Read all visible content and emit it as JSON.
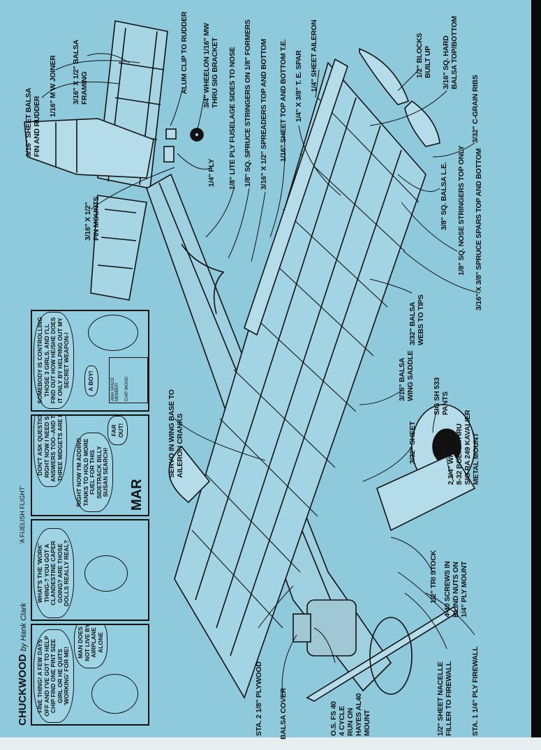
{
  "comic": {
    "title": "CHUCKWOOD",
    "byline": "by Hank Clark",
    "subtitle": "'A FUELISH FLIGHT'",
    "panels": [
      {
        "bubbles": [
          "FINE THING! A FEW DAYS OFF AND I'VE GOT TO HELP CHIP FIND ONE PINT SIZE GIRL OR HE QUITS 'WORKING' FOR ME!",
          "MAN DOES NOT LIVE BY AIRPLANE ALONE"
        ]
      },
      {
        "bubbles": [
          "WHAT'S THE 'WORK' THING-? YOU GOT A CLANDESTINE CAPER GOING? ARE THOSE DOLLS REALLY REAL?"
        ]
      },
      {
        "bubbles": [
          "DON'T ASK QUESTIONS! RIGHT NOW I NEED SOME ANSWERS TOO--AND THOSE THREE MIDGETS ARE REAL!",
          "RIGHT NOW I'M ADDING TANKS TO HOLD MORE FUEL FOR THIS SIDETRACK BILLY SUSAN SEARCH!",
          "FAR OUT!"
        ],
        "sign": "MAR"
      },
      {
        "bubbles": [
          "SOMEBODY IS CONTROLLING THOSE 3 GIRLS, AND I'LL FIND OUT HOW HE/SHE DOES IT ONLY BY HELPING OUT MY SECRET WEAPON-!",
          "A BOY!"
        ],
        "poster": [
          "AMA SPACE MEMBER",
          "CHIP WOOD"
        ]
      }
    ]
  },
  "labels": {
    "fin_rudder": [
      "3/16\" SHEET BALSA",
      "FIN AND RUDDER"
    ],
    "joiner": "1/16\" M W JOINER",
    "framing": [
      "3/16\" X 1/2\" BALSA",
      "FRAMING"
    ],
    "fin_mounts": [
      "3/16\" X 1/2\"",
      "FIN MOUNTS"
    ],
    "alum_clip": "ALUM CLIP TO RUDDER",
    "wheelon": [
      "3/4\" WHEELON 1/16\" MW",
      "THRU SIG BRACKET"
    ],
    "ply": "1/4\" PLY",
    "fuselage_sides": "1/8\" LITE PLY FUSELAGE SIDES TO NOSE",
    "stringers": "1/8\" SQ. SPRUCE STRINGERS ON 1/8\" FORMERS",
    "spreaders": "3/16\" X 1/2\" SPREADERS TOP AND BOTTOM",
    "sheet_te": "1/16\" SHEET TOP AND BOTTOM T.E.",
    "te_spar": "1/4\" X 3/8\" T. E. SPAR",
    "aileron": "1/4\" SHEET AILERON",
    "blocks": [
      "1/2\" BLOCKS",
      "BUILT UP"
    ],
    "hard_balsa": [
      "3/16\" SQ. HARD",
      "BALSA TOP/BOTTOM"
    ],
    "ribs": "3/32\" C-GRAIN RIBS",
    "le": "3/8\" SQ. BALSA L.E.",
    "nose_stringers": "1/8\" SQ. NOSE STRINGERS TOP ONLY",
    "spruce_spars": "3/16\" X 3/8\" SPRUCE SPARS TOP AND BOTTOM",
    "webs": [
      "3/32\" BALSA",
      "WEBS TO TIPS"
    ],
    "servo": [
      "SERVO IN WING BASE TO",
      "AILERON CRANKS"
    ],
    "saddle": [
      "3/16\" BALSA",
      "WING SADDLE"
    ],
    "pants": [
      "SIG SH 533",
      "PANTS"
    ],
    "wheels": [
      "2 3/4\" WHEELS",
      "8-32 BOLTS THRU",
      "SIG RA 249 KAVALIER",
      "METAL MOUNT"
    ],
    "sheet_332": "3/32\" SHEET",
    "tri_stock": "1/2\" TRI STOCK",
    "screws": [
      "4-40 SCREWS IN",
      "BLIND NUTS ON",
      "1/4\" PLY MOUNT"
    ],
    "nacelle": [
      "1/2\" SHEET NACELLE",
      "FILLER TO FIREWALL"
    ],
    "firewall": "STA. 1  1/4\" PLY FIREWALL",
    "engine": [
      "O.S. FS 40",
      "4 CYCLE",
      "RUN ON",
      "HAYES AL40",
      "MOUNT"
    ],
    "sta2": "STA. 2  1/8\" PLYWOOD",
    "balsa_cover": "BALSA COVER"
  }
}
